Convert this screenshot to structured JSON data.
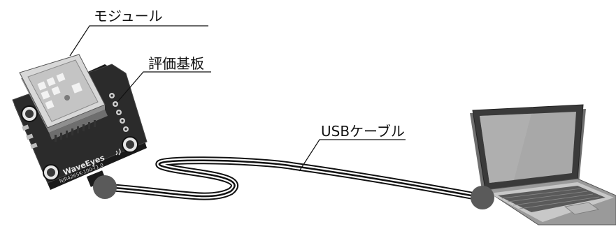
{
  "labels": {
    "module": "モジュール",
    "board": "評価基板",
    "cable": "USBケーブル"
  },
  "board_print": {
    "brand": "WaveEyes",
    "model": "NJR4265K-100-T1.0"
  },
  "colors": {
    "leader_line": "#111111",
    "connector_dot": "#5a5a5a",
    "pcb": "#2b2b2b",
    "module_shell": "#cfcfcf",
    "laptop_body": "#9a9a9a",
    "laptop_screen": "#a8a8a8"
  }
}
